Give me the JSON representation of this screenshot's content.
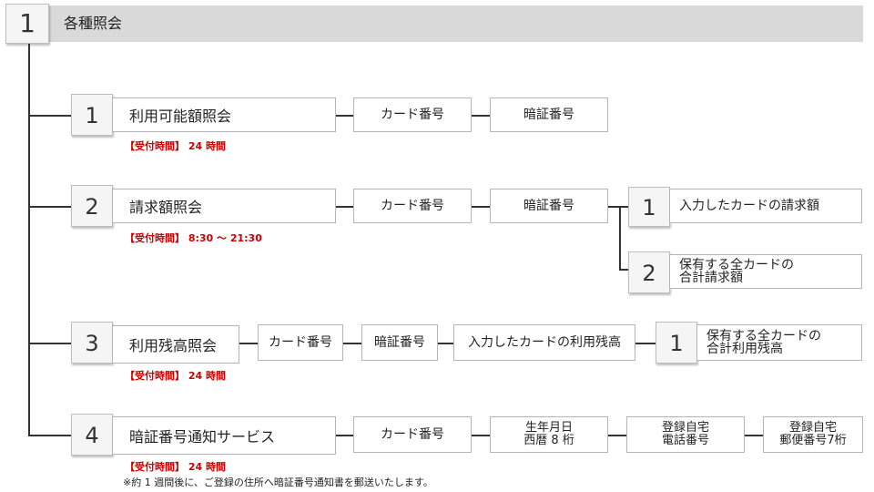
{
  "top": {
    "number": "1",
    "title": "各種照会"
  },
  "items": [
    {
      "number": "1",
      "label": "利用可能額照会",
      "hours": "【受付時間】 24 時間",
      "steps": [
        "カード番号",
        "暗証番号"
      ]
    },
    {
      "number": "2",
      "label": "請求額照会",
      "hours": "【受付時間】 8:30 〜 21:30",
      "steps": [
        "カード番号",
        "暗証番号"
      ],
      "options": [
        {
          "number": "1",
          "label": "入力したカードの請求額"
        },
        {
          "number": "2",
          "label_line1": "保有する全カードの",
          "label_line2": "合計請求額"
        }
      ]
    },
    {
      "number": "3",
      "label": "利用残高照会",
      "hours": "【受付時間】 24 時間",
      "steps": [
        "カード番号",
        "暗証番号",
        "入力したカードの利用残高"
      ],
      "options": [
        {
          "number": "1",
          "label_line1": "保有する全カードの",
          "label_line2": "合計利用残高"
        }
      ]
    },
    {
      "number": "4",
      "label": "暗証番号通知サービス",
      "hours": "【受付時間】 24 時間",
      "note": "※約 1 週間後に、ご登録の住所へ暗証番号通知書を郵送いたします。",
      "steps": [
        {
          "line1": "",
          "line2": "カード番号"
        },
        {
          "line1": "生年月日",
          "line2": "西暦 8 桁"
        },
        {
          "line1": "登録自宅",
          "line2": "電話番号"
        },
        {
          "line1": "登録自宅",
          "line2": "郵便番号7桁"
        }
      ]
    }
  ]
}
